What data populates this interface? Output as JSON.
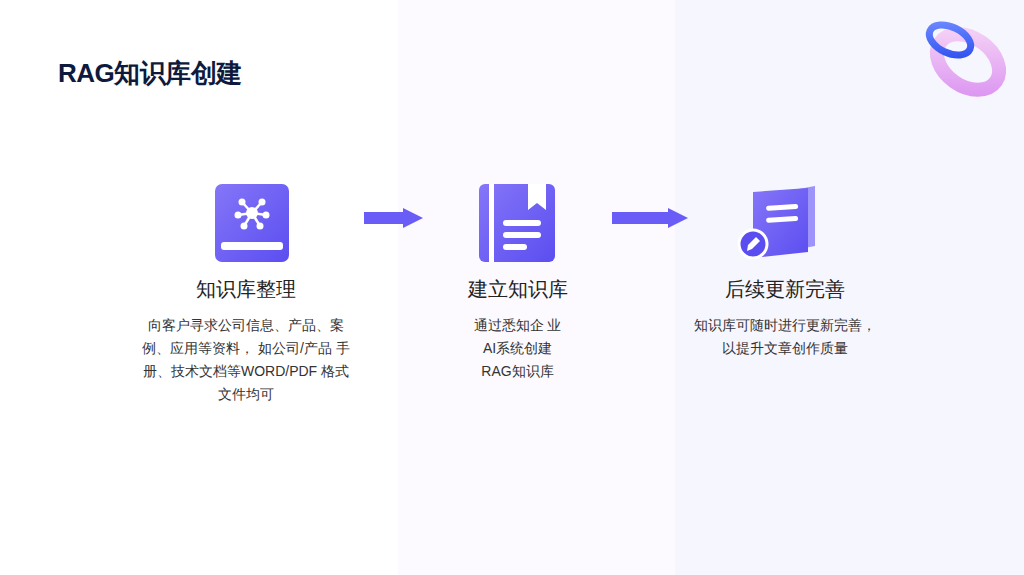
{
  "diagram": {
    "title": "RAG知识库创建",
    "nodes": [
      {
        "text": [
          "知识库整理",
          "向客户寻求公司信息、产品、案 例、应用等资料， 如公司/产品 手册、技术文档等WORD/PDF 格式文件均可"
        ]
      },
      {
        "text": [
          "建立知识库",
          "通过悉知企 业AI系统创建 RAG知识库"
        ]
      },
      {
        "text": [
          "后续更新完善",
          "知识库可随时进行更新完善， 以提升文章创作质量"
        ]
      }
    ],
    "edges": [
      {
        "from": 0,
        "to": 1,
        "arrow": "to"
      },
      {
        "from": 1,
        "to": 2,
        "arrow": "to"
      }
    ]
  }
}
